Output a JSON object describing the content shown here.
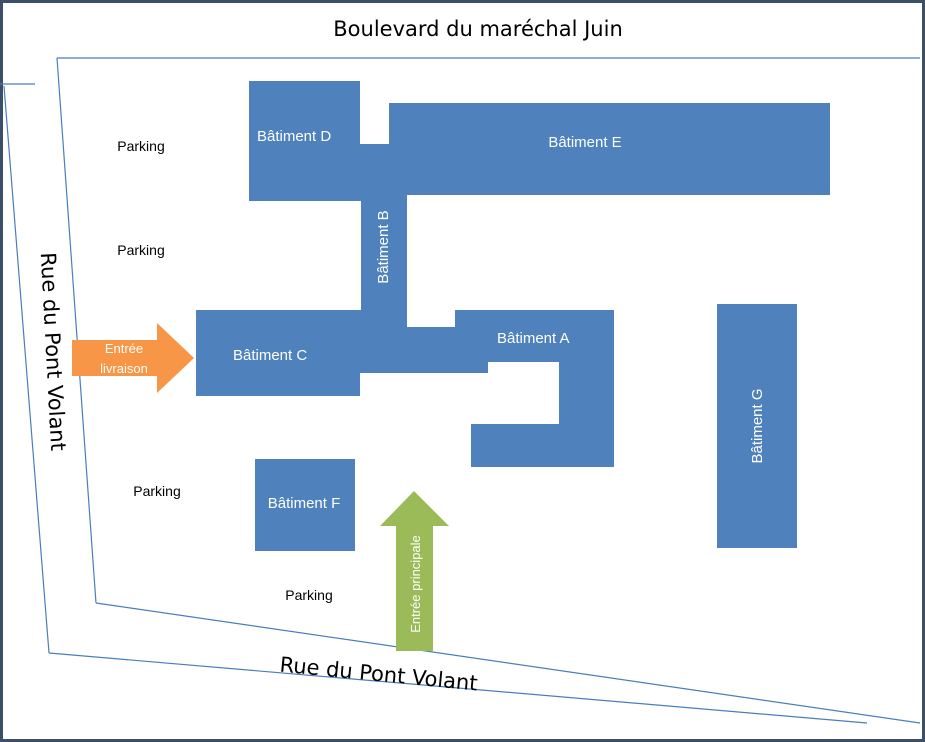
{
  "colors": {
    "building": "#4f81bd",
    "road_line": "#4a7ebb",
    "frame": "#3b4f66",
    "delivery_arrow": "#f79646",
    "main_arrow": "#9bbb59"
  },
  "streets": {
    "top": "Boulevard du maréchal Juin",
    "left": "Rue du Pont Volant",
    "bottom": "Rue du Pont Volant"
  },
  "buildings": {
    "a": "Bâtiment A",
    "b": "Bâtiment B",
    "c": "Bâtiment C",
    "d": "Bâtiment D",
    "e": "Bâtiment E",
    "f": "Bâtiment F",
    "g": "Bâtiment G"
  },
  "parking": [
    "Parking",
    "Parking",
    "Parking",
    "Parking"
  ],
  "entrances": {
    "delivery_line1": "Entrée",
    "delivery_line2": "livraison",
    "main": "Entrée principale"
  }
}
